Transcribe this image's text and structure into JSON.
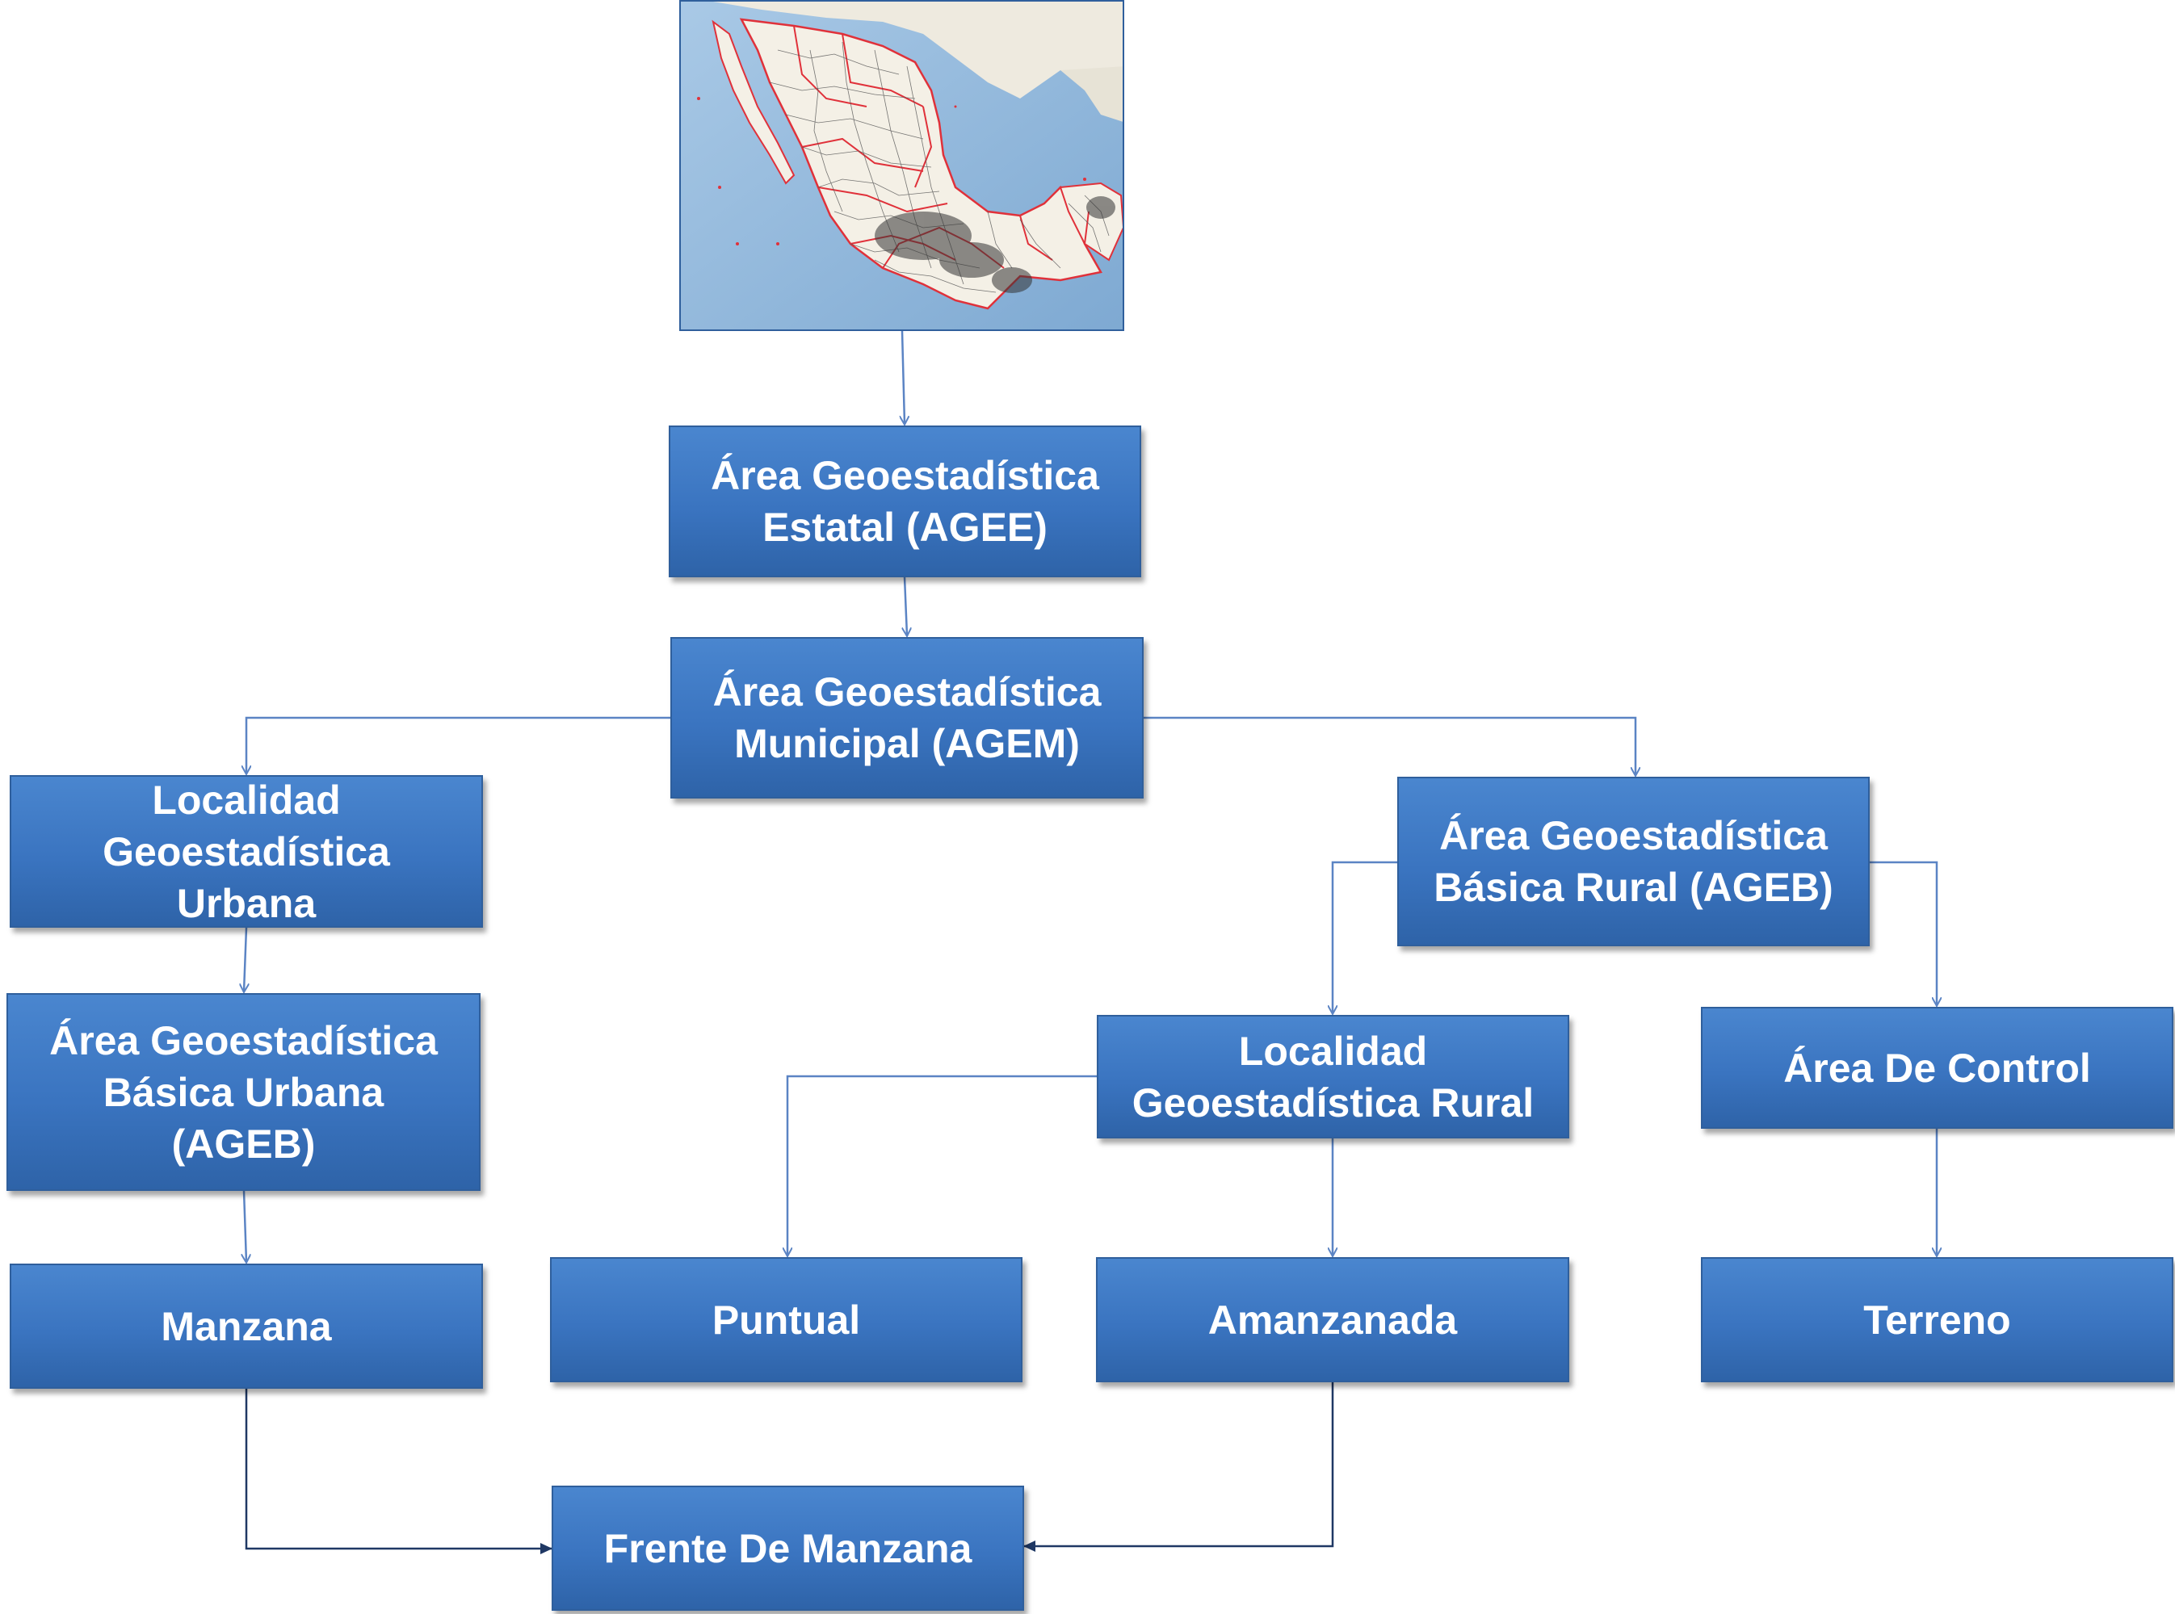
{
  "nodes": {
    "agee": {
      "label": "Área Geoestadística\nEstatal (AGEE)"
    },
    "agem": {
      "label": "Área Geoestadística\nMunicipal (AGEM)"
    },
    "lgu": {
      "label": "Localidad\nGeoestadística\nUrbana"
    },
    "ageb_rural": {
      "label": "Área Geoestadística\nBásica Rural (AGEB)"
    },
    "ageb_urbana": {
      "label": "Área Geoestadística\nBásica Urbana\n(AGEB)"
    },
    "lgr": {
      "label": "Localidad\nGeoestadística Rural"
    },
    "area_control": {
      "label": "Área De Control"
    },
    "manzana": {
      "label": "Manzana"
    },
    "puntual": {
      "label": "Puntual"
    },
    "amanzanada": {
      "label": "Amanzanada"
    },
    "terreno": {
      "label": "Terreno"
    },
    "frente": {
      "label": "Frente De Manzana"
    }
  },
  "colors": {
    "box_fill": "#3a74c0",
    "box_border": "#2f5f9c",
    "connector": "#5b84c4",
    "connector_dark": "#1f3864",
    "ocean": "#8fb6d9",
    "land": "#eeeadf",
    "mexico_fill": "#f4f0e6",
    "boundary_state": "#e0313a",
    "boundary_municipal": "#555555"
  },
  "map": {
    "icon": "mexico-map-image"
  }
}
